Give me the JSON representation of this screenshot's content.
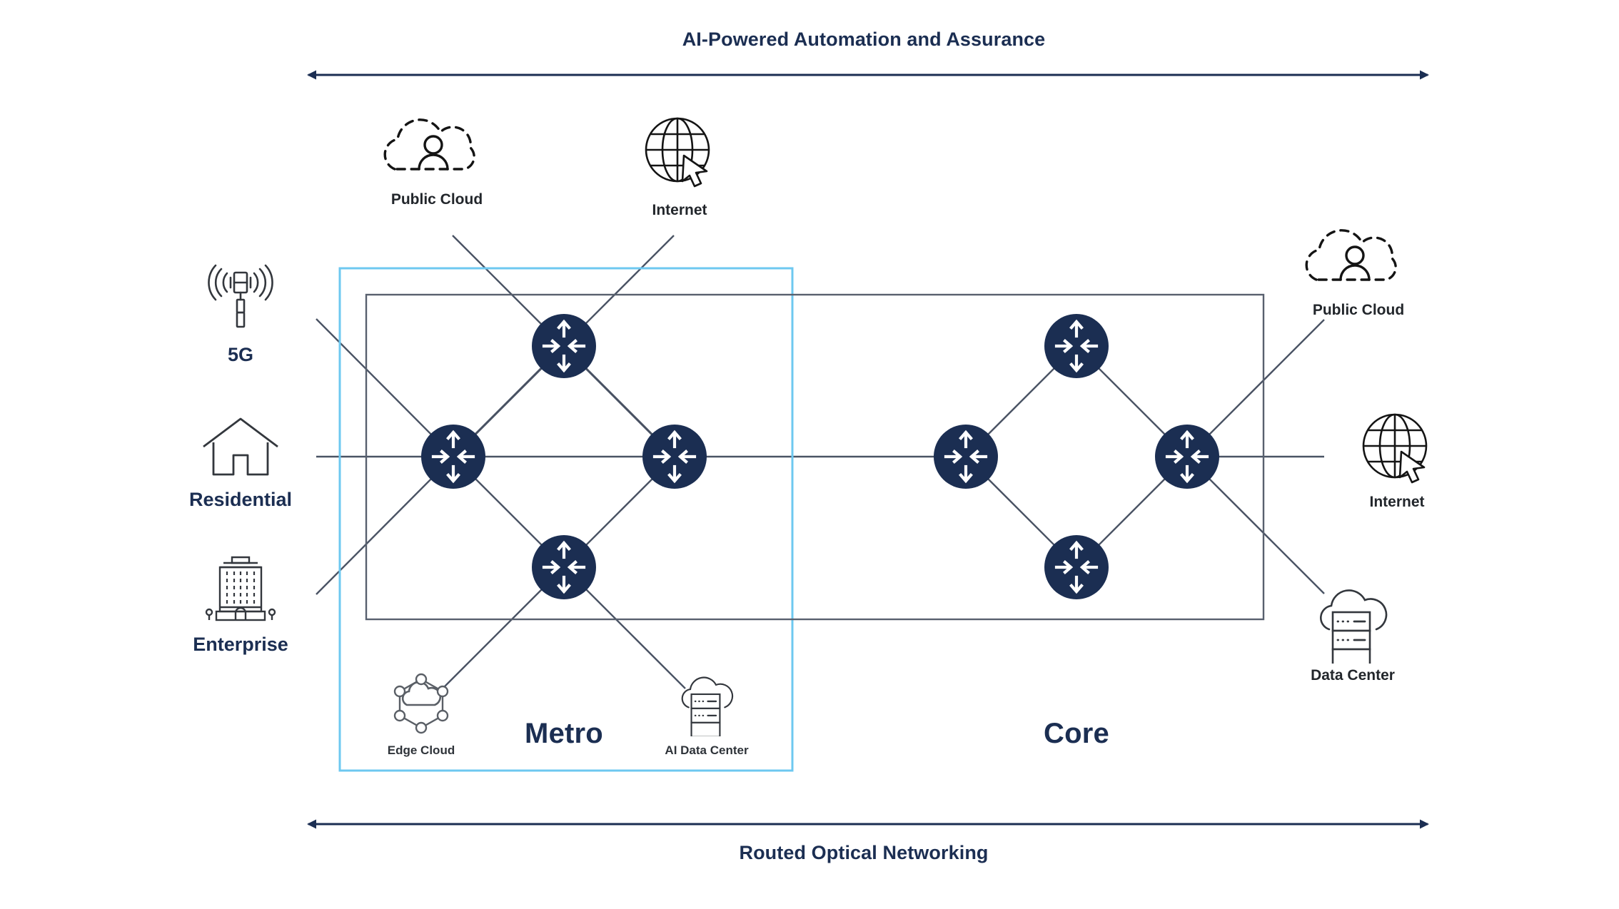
{
  "diagram": {
    "title_top": "AI-Powered Automation and Assurance",
    "title_bottom": "Routed Optical Networking",
    "sections": [
      {
        "id": "metro",
        "label": "Metro"
      },
      {
        "id": "core",
        "label": "Core"
      }
    ],
    "colors": {
      "node_fill": "#1b2e52",
      "node_arrow": "#ffffff",
      "text_navy": "#1b2e52",
      "link_line": "#4a5364",
      "metro_box_accent": "#6ec8f0",
      "inner_box_border": "#58606e",
      "band_arrow": "#1b2e52",
      "icon_stroke": "#33373d",
      "background": "#ffffff"
    },
    "left_endpoints": [
      {
        "id": "5g",
        "label": "5G",
        "icon": "cell-tower-icon"
      },
      {
        "id": "residential",
        "label": "Residential",
        "icon": "house-icon"
      },
      {
        "id": "enterprise",
        "label": "Enterprise",
        "icon": "office-building-icon"
      }
    ],
    "top_endpoints": [
      {
        "id": "public-cloud-left",
        "label": "Public Cloud",
        "icon": "dashed-cloud-user-icon"
      },
      {
        "id": "internet-top",
        "label": "Internet",
        "icon": "globe-cursor-icon"
      }
    ],
    "right_endpoints": [
      {
        "id": "public-cloud-right",
        "label": "Public Cloud",
        "icon": "dashed-cloud-user-icon"
      },
      {
        "id": "internet-right",
        "label": "Internet",
        "icon": "globe-cursor-icon"
      },
      {
        "id": "data-center",
        "label": "Data Center",
        "icon": "cloud-server-rack-icon"
      }
    ],
    "metro_inner_endpoints": [
      {
        "id": "edge-cloud",
        "label": "Edge Cloud",
        "icon": "hexagon-mesh-cloud-icon"
      },
      {
        "id": "ai-data-center",
        "label": "AI Data Center",
        "icon": "cloud-server-rack-icon"
      }
    ],
    "nodes": [
      {
        "id": "metro-top",
        "section": "metro",
        "role": "router",
        "icon": "router-icon"
      },
      {
        "id": "metro-left",
        "section": "metro",
        "role": "router",
        "icon": "router-icon"
      },
      {
        "id": "metro-right",
        "section": "metro",
        "role": "router",
        "icon": "router-icon"
      },
      {
        "id": "metro-bottom",
        "section": "metro",
        "role": "router",
        "icon": "router-icon"
      },
      {
        "id": "core-top",
        "section": "core",
        "role": "router",
        "icon": "router-icon"
      },
      {
        "id": "core-left",
        "section": "core",
        "role": "router",
        "icon": "router-icon"
      },
      {
        "id": "core-right",
        "section": "core",
        "role": "router",
        "icon": "router-icon"
      },
      {
        "id": "core-bottom",
        "section": "core",
        "role": "router",
        "icon": "router-icon"
      }
    ]
  }
}
